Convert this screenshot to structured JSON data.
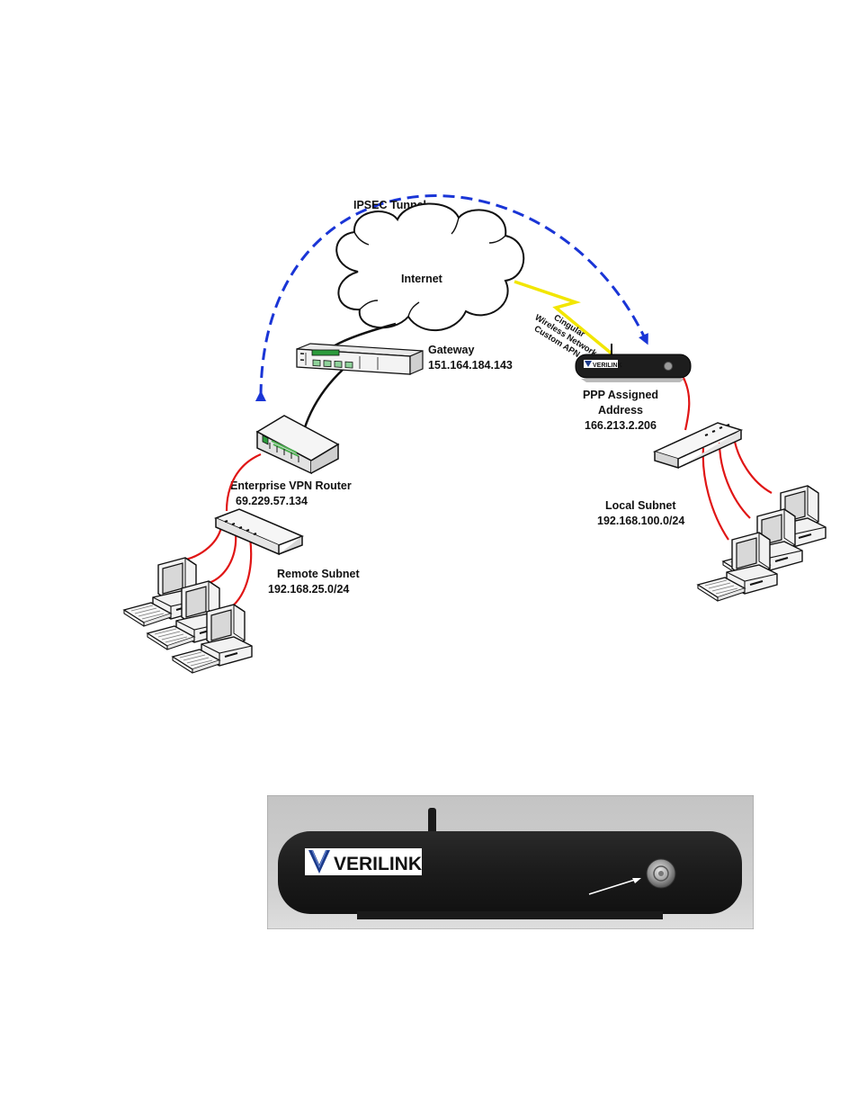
{
  "diagram": {
    "tunnel_label": "IPSEC Tunnel",
    "cloud_label": "Internet",
    "wireless_label_lines": [
      "Cingular",
      "Wireless Network",
      "Custom APN"
    ],
    "gateway": {
      "name": "Gateway",
      "ip": "151.164.184.143"
    },
    "enterprise_router": {
      "name": "Enterprise VPN Router",
      "ip": "69.229.57.134"
    },
    "remote_subnet": {
      "name": "Remote Subnet",
      "cidr": "192.168.25.0/24"
    },
    "ppp": {
      "line1": "PPP Assigned",
      "line2": "Address",
      "ip": "166.213.2.206"
    },
    "local_subnet": {
      "name": "Local Subnet",
      "cidr": "192.168.100.0/24"
    },
    "device_brand": "VERILINK"
  },
  "photo": {
    "brand": "VERILINK"
  },
  "colors": {
    "tunnel": "#1a35d6",
    "wireless": "#f2e600",
    "ethernet": "#e01515",
    "uplink": "#111111",
    "device_body": "#1d1d1d",
    "photo_background": "#c9c9c9"
  }
}
